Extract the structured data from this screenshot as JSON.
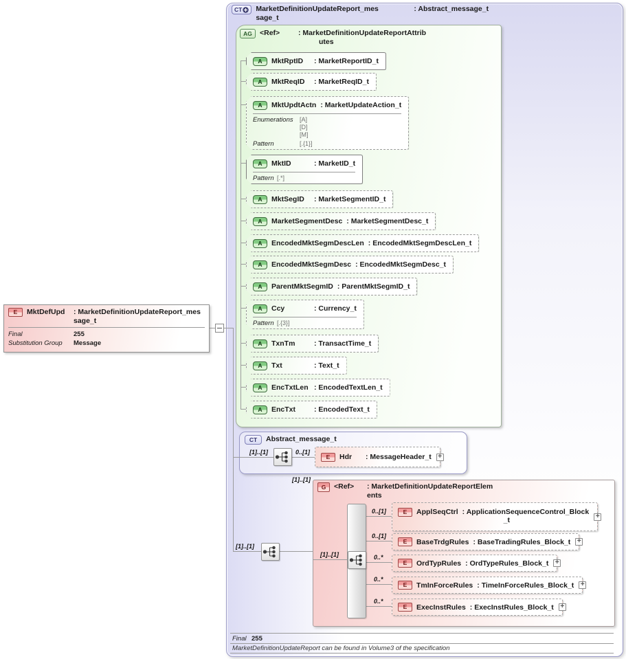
{
  "badges": {
    "element": "E",
    "complex_type": "CT",
    "attribute_group": "AG",
    "attribute": "A",
    "group": "G",
    "expand": "+"
  },
  "root_element": {
    "name": "MktDefUpd",
    "type_line1": "MarketDefinitionUpdateReport_mes",
    "type_line2": "sage_t",
    "final_label": "Final",
    "final_value": "255",
    "subst_label": "Substitution Group",
    "subst_value": "Message"
  },
  "main_type": {
    "name_line1": "MarketDefinitionUpdateReport_mes",
    "name_line2": "sage_t",
    "base_type": "Abstract_message_t",
    "final_label": "Final",
    "final_value": "255",
    "annotation": "MarketDefinitionUpdateReport can be found in Volume3 of the specification"
  },
  "attribute_group": {
    "ref": "<Ref>",
    "type_line1": "MarketDefinitionUpdateReportAttrib",
    "type_line2": "utes",
    "enumerations_label": "Enumerations",
    "pattern_label": "Pattern",
    "attributes": [
      {
        "name": "MktRptID",
        "type": "MarketReportID_t"
      },
      {
        "name": "MktReqID",
        "type": "MarketReqID_t"
      },
      {
        "name": "MktUpdtActn",
        "type": "MarketUpdateAction_t",
        "enumerations": [
          "[A]",
          "[D]",
          "[M]"
        ],
        "pattern": "[.{1}]"
      },
      {
        "name": "MktID",
        "type": "MarketID_t",
        "pattern": "[.*]"
      },
      {
        "name": "MktSegID",
        "type": "MarketSegmentID_t"
      },
      {
        "name": "MarketSegmentDesc",
        "type": "MarketSegmentDesc_t"
      },
      {
        "name": "EncodedMktSegmDescLen",
        "type": "EncodedMktSegmDescLen_t"
      },
      {
        "name": "EncodedMktSegmDesc",
        "type": "EncodedMktSegmDesc_t"
      },
      {
        "name": "ParentMktSegmID",
        "type": "ParentMktSegmID_t"
      },
      {
        "name": "Ccy",
        "type": "Currency_t",
        "pattern": "[.{3}]"
      },
      {
        "name": "TxnTm",
        "type": "TransactTime_t"
      },
      {
        "name": "Txt",
        "type": "Text_t"
      },
      {
        "name": "EncTxtLen",
        "type": "EncodedTextLen_t"
      },
      {
        "name": "EncTxt",
        "type": "EncodedText_t"
      }
    ]
  },
  "abstract_message": {
    "title": "Abstract_message_t",
    "cardinality": "[1]..[1]",
    "header_element": {
      "cardinality": "0..[1]",
      "name": "Hdr",
      "type": "MessageHeader_t"
    }
  },
  "content_model": {
    "cardinality": "[1]..[1]"
  },
  "element_group": {
    "cardinality": "[1]..[1]",
    "ref": "<Ref>",
    "type_line1": "MarketDefinitionUpdateReportElem",
    "type_line2": "ents",
    "sequence_cardinality": "[1]..[1]",
    "elements": [
      {
        "cardinality": "0..[1]",
        "name": "ApplSeqCtrl",
        "type_line1": "ApplicationSequenceControl_Block",
        "type_line2": "_t"
      },
      {
        "cardinality": "0..[1]",
        "name": "BaseTrdgRules",
        "type": "BaseTradingRules_Block_t"
      },
      {
        "cardinality": "0..*",
        "name": "OrdTypRules",
        "type": "OrdTypeRules_Block_t"
      },
      {
        "cardinality": "0..*",
        "name": "TmInForceRules",
        "type": "TimeInForceRules_Block_t"
      },
      {
        "cardinality": "0..*",
        "name": "ExecInstRules",
        "type": "ExecInstRules_Block_t"
      }
    ]
  },
  "colors": {
    "container_border": "#9898c6",
    "container_fill": "#d9d9f1",
    "attribute_fill": "#e1f6d9",
    "attribute_badge": "#83cc83",
    "element_fill": "#f6caca",
    "element_badge_border": "#a04545",
    "line": "#9b9b9b"
  }
}
